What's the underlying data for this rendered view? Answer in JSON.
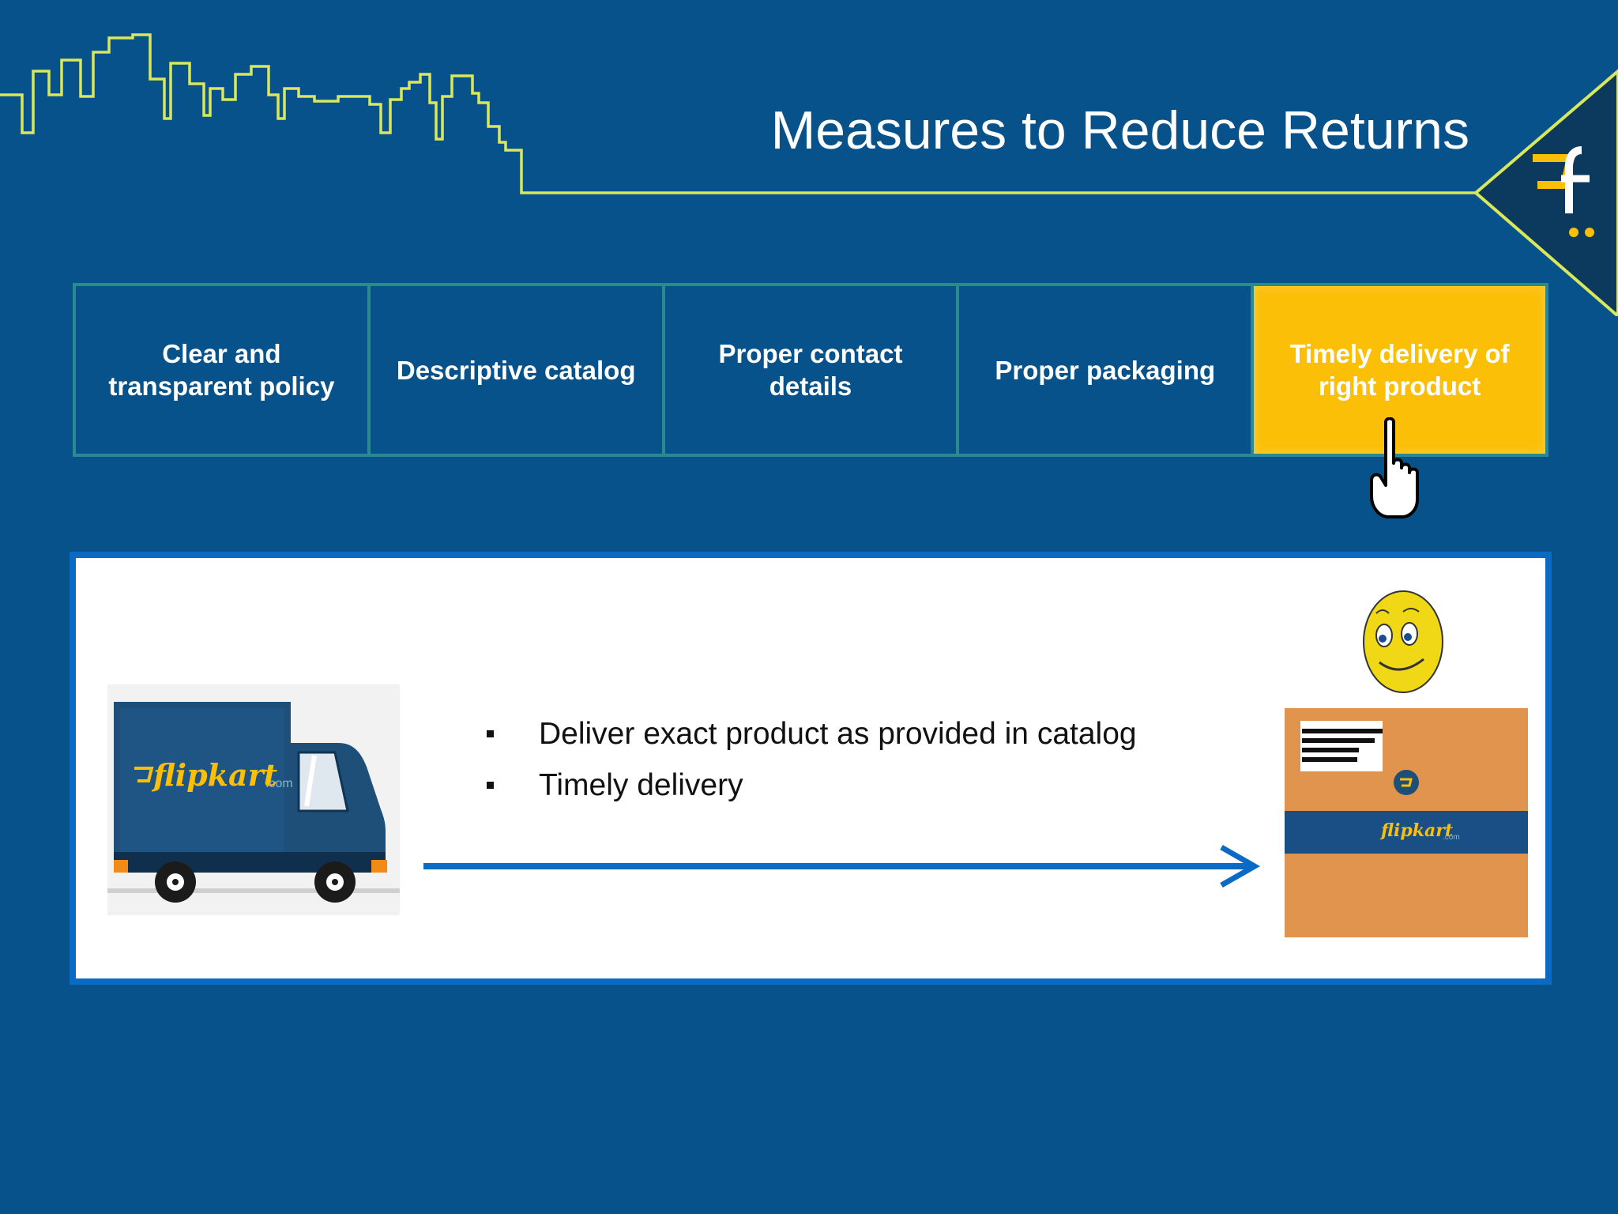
{
  "slide": {
    "title": "Measures to Reduce Returns"
  },
  "tabs": [
    {
      "label": "Clear and transparent policy",
      "active": false
    },
    {
      "label": "Descriptive catalog",
      "active": false
    },
    {
      "label": "Proper contact details",
      "active": false
    },
    {
      "label": "Proper packaging",
      "active": false
    },
    {
      "label": "Timely delivery of right product",
      "active": true
    }
  ],
  "content": {
    "bullets": [
      "Deliver exact product as provided in catalog",
      "Timely delivery"
    ]
  },
  "brand": {
    "truck_text": "flipkart",
    "truck_suffix": ".com",
    "box_text": "flipkart",
    "box_suffix": ".com"
  },
  "colors": {
    "background": "#07528a",
    "accent_yellow": "#fbbf08",
    "skyline": "#d8e85a",
    "tab_border": "#2b8a8f",
    "panel_border": "#0b6bc4",
    "box_orange": "#e0944e"
  },
  "icons": {
    "pointer": "hand-pointer-icon",
    "logo": "flipkart-cart-logo",
    "smiley": "smiley-face-icon"
  }
}
